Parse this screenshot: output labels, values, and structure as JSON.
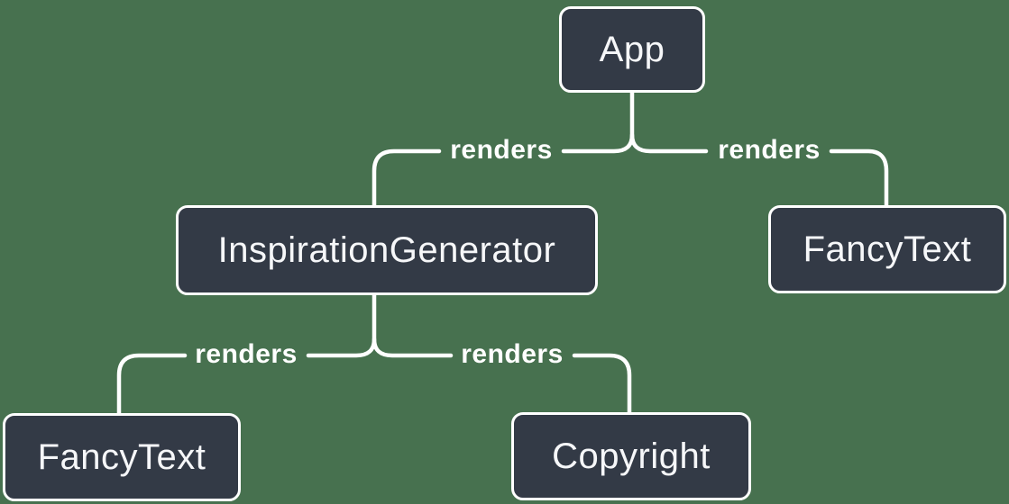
{
  "colors": {
    "background": "#47714F",
    "node-fill": "#333A46",
    "node-border": "#FFFFFF",
    "edge-line": "#FFFFFF",
    "node-text": "#F6F7F9",
    "edge-text": "#FFFFFF"
  },
  "diagram": {
    "type": "component-render-tree",
    "nodes": {
      "app": {
        "label": "App"
      },
      "inspiration_generator": {
        "label": "InspirationGenerator"
      },
      "fancy_text_right": {
        "label": "FancyText"
      },
      "fancy_text_left": {
        "label": "FancyText"
      },
      "copyright": {
        "label": "Copyright"
      }
    },
    "edges": {
      "app_to_inspiration_generator": {
        "label": "renders"
      },
      "app_to_fancy_text": {
        "label": "renders"
      },
      "inspiration_generator_to_fancy_text": {
        "label": "renders"
      },
      "inspiration_generator_to_copyright": {
        "label": "renders"
      }
    }
  }
}
